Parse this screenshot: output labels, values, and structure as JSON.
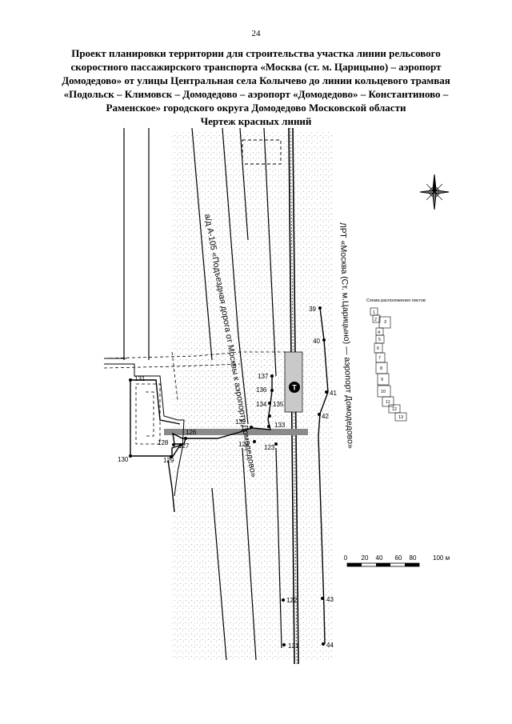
{
  "page_number": "24",
  "title_lines": [
    "Проект планировки территории для строительства участка линии рельсового",
    "скоростного пассажирского транспорта «Москва (ст. м. Царицыно) – аэропорт",
    "Домодедово» от улицы Центральная села Колычево до линии кольцевого трамвая",
    "«Подольск – Климовск – Домодедово – аэропорт «Домодедово» – Константиново –",
    "Раменское» городского округа Домодедово Московской области",
    "Чертеж красных линий"
  ],
  "road_label": "а/д А-105 «Подъездная дорога от Москвы к аэропорту Домодедово»",
  "rail_label": "ЛРТ «Москва (Ст. м.Царицыно) — аэропорт Домодедово»",
  "station_symbol": "Т",
  "inset": {
    "title": "Схема расположения листов",
    "sheets": [
      "1",
      "2",
      "3",
      "4",
      "5",
      "6",
      "7",
      "8",
      "9",
      "10",
      "11",
      "12",
      "13"
    ]
  },
  "scale": {
    "ticks": [
      "0",
      "20",
      "40",
      "60",
      "80",
      "100 м"
    ]
  },
  "points": [
    "39",
    "40",
    "41",
    "42",
    "43",
    "44",
    "121",
    "122",
    "123",
    "124",
    "126",
    "127",
    "128",
    "129",
    "130",
    "131",
    "132",
    "133",
    "134",
    "135",
    "136",
    "137"
  ],
  "icons": {
    "compass": "compass-rose-icon",
    "station": "tram-station-icon"
  }
}
